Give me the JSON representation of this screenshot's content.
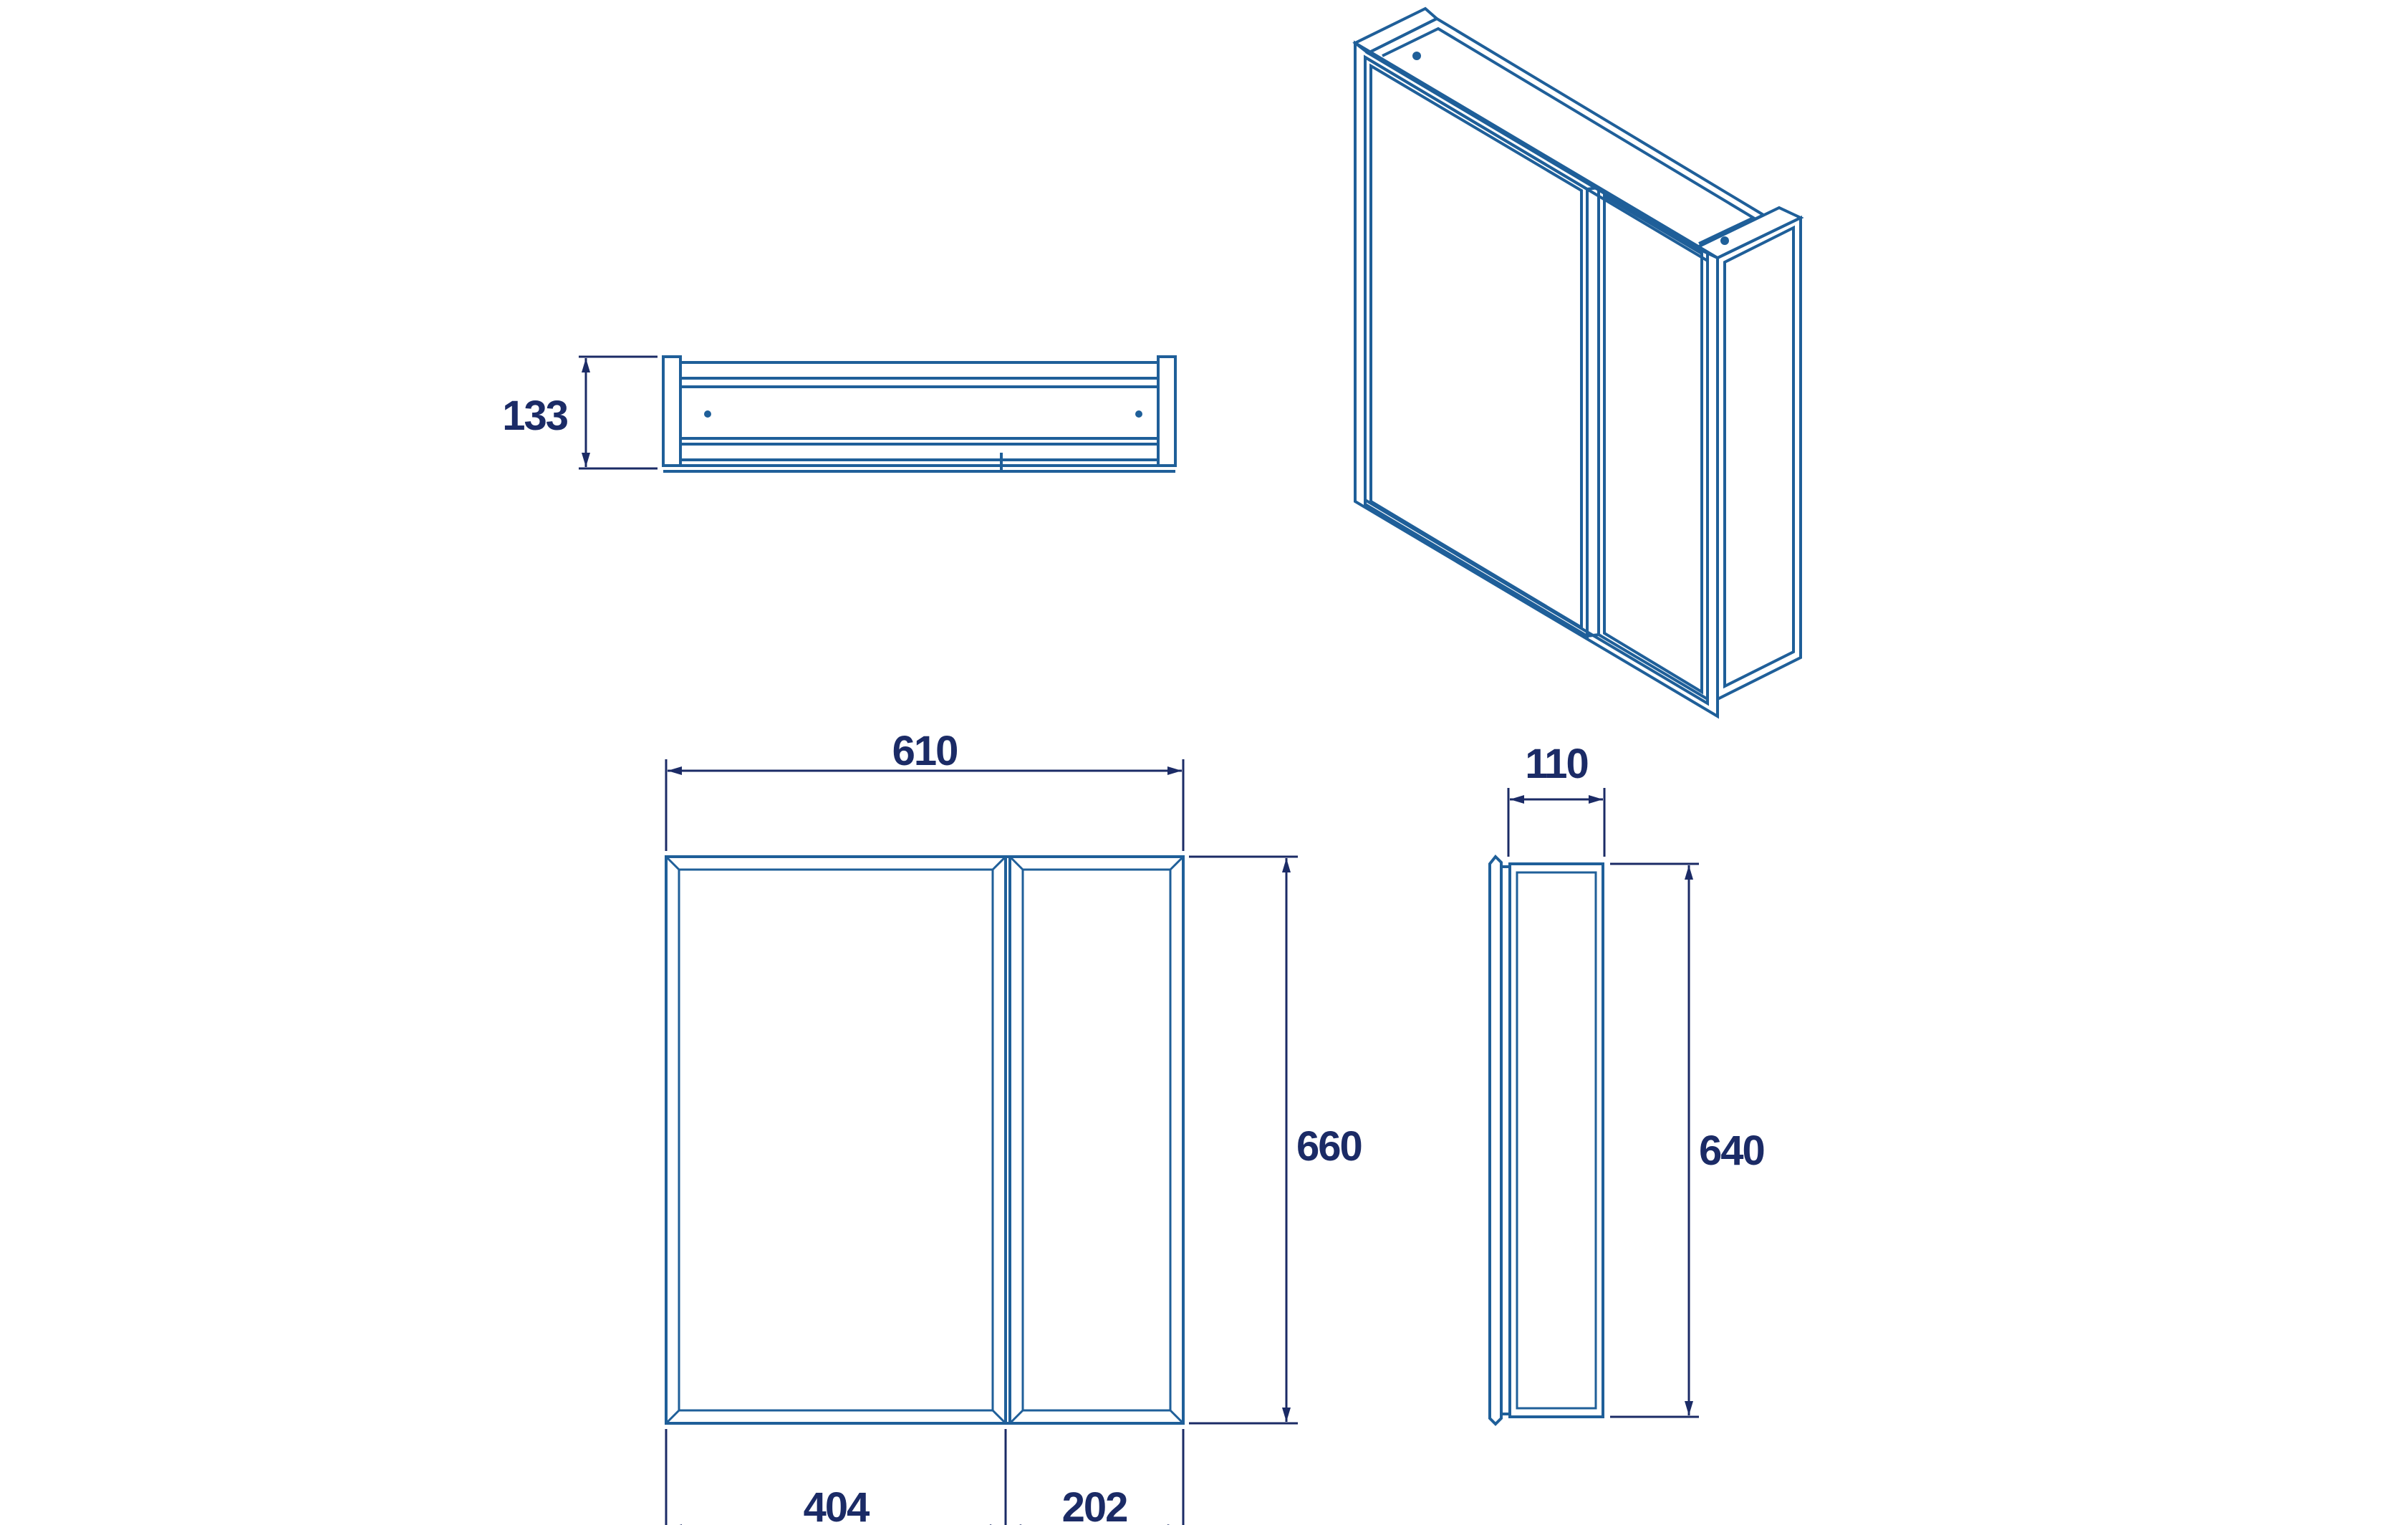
{
  "colors": {
    "outline": "#1f5f99",
    "dimension": "#1b2b66",
    "background": "#ffffff"
  },
  "dimensions": {
    "top_depth": "133",
    "width": "610",
    "height": "660",
    "left_door": "404",
    "right_door": "202",
    "side_depth": "110",
    "side_height": "640"
  }
}
